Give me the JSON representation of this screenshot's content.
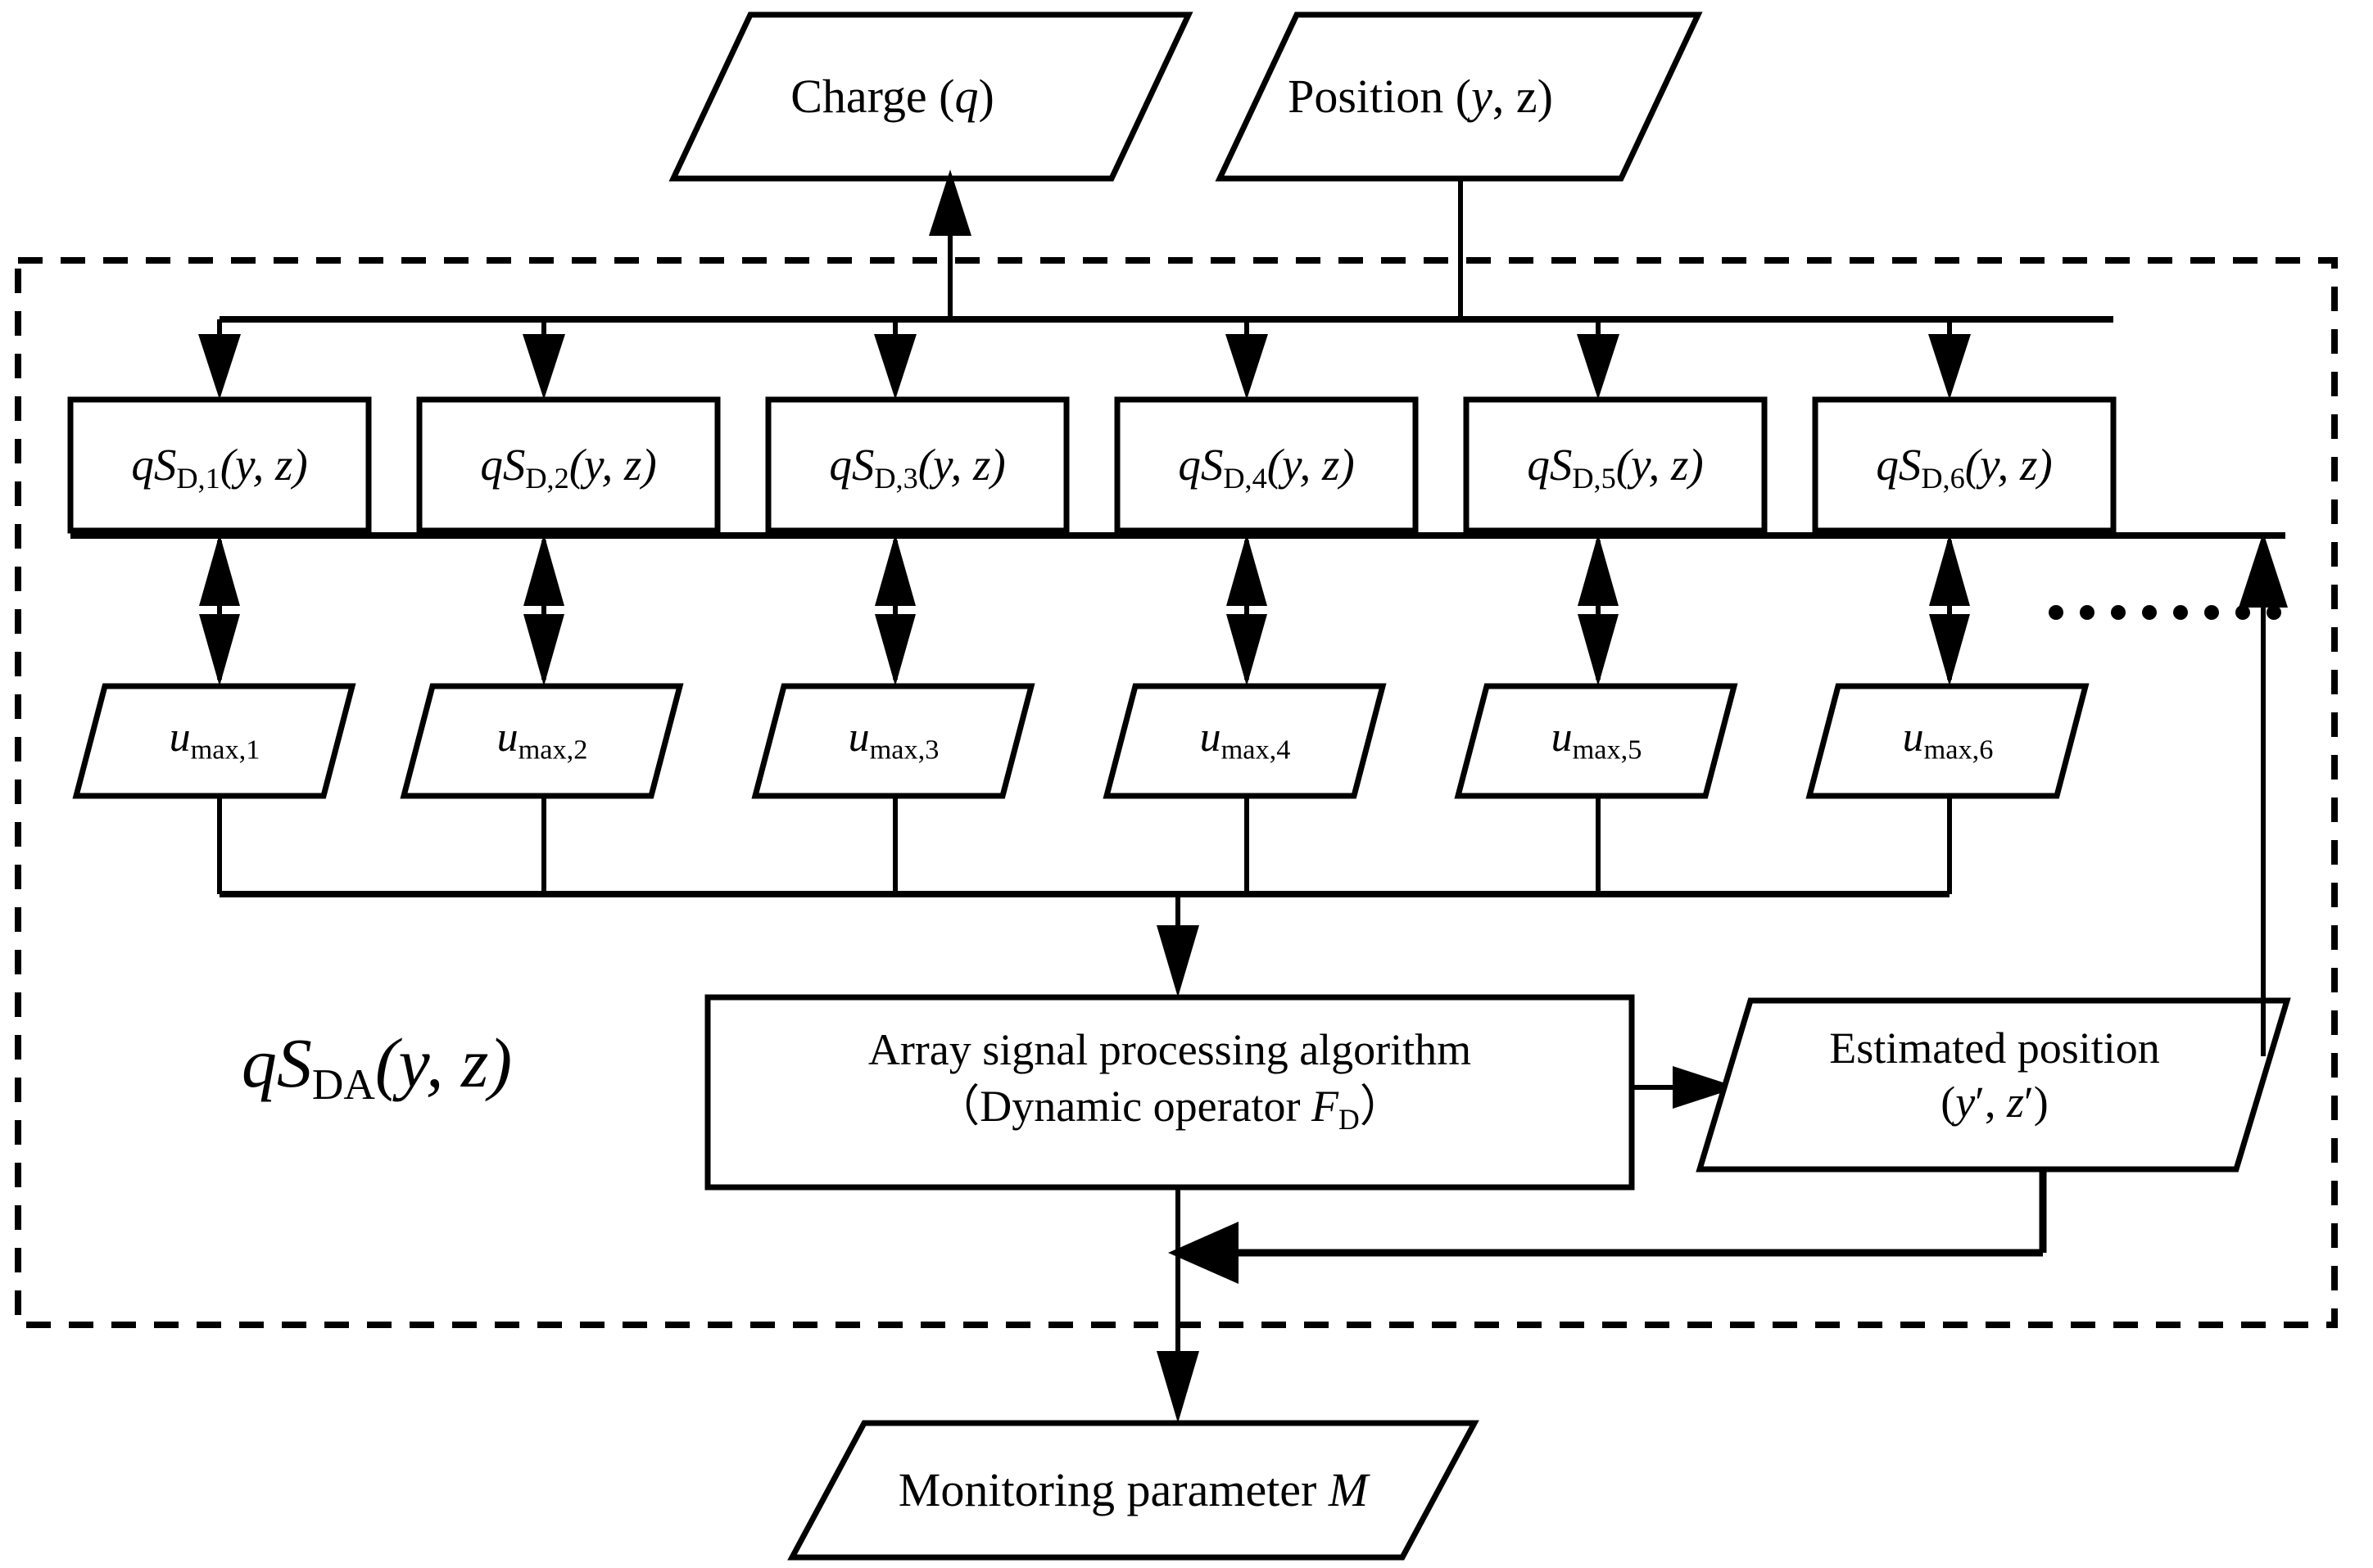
{
  "diagram": {
    "title": "Dynamic array sensing signal-processing block diagram",
    "colors": {
      "stroke": "#000000",
      "fill": "#ffffff",
      "background": "#ffffff"
    },
    "inputs": [
      {
        "id": "charge",
        "shape": "parallelogram",
        "text_main": "Charge (",
        "text_var": "q",
        "text_tail": ")"
      },
      {
        "id": "position",
        "shape": "parallelogram",
        "text_main": "Position (",
        "text_var": "y",
        "text_sep": ", ",
        "text_var2": "z",
        "text_tail": ")"
      }
    ],
    "sensor_boxes": {
      "prefix": "qS",
      "subscript_prefix": "D,",
      "args": "(y, z)",
      "items": [
        {
          "index": "1",
          "label": "qS_D,1(y, z)"
        },
        {
          "index": "2",
          "label": "qS_D,2(y, z)"
        },
        {
          "index": "3",
          "label": "qS_D,3(y, z)"
        },
        {
          "index": "4",
          "label": "qS_D,4(y, z)"
        },
        {
          "index": "5",
          "label": "qS_D,5(y, z)"
        },
        {
          "index": "6",
          "label": "qS_D,6(y, z)"
        }
      ]
    },
    "umax_nodes": {
      "var": "u",
      "subscript_prefix": "max,",
      "items": [
        {
          "index": "1",
          "label": "u_max,1"
        },
        {
          "index": "2",
          "label": "u_max,2"
        },
        {
          "index": "3",
          "label": "u_max,3"
        },
        {
          "index": "4",
          "label": "u_max,4"
        },
        {
          "index": "5",
          "label": "u_max,5"
        },
        {
          "index": "6",
          "label": "u_max,6"
        }
      ]
    },
    "ellipsis": "………",
    "group_label": {
      "prefix": "qS",
      "subscript": "DA",
      "args": "(y, z)",
      "full": "qS_DA(y, z)"
    },
    "algorithm_box": {
      "line1": "Array signal processing algorithm",
      "line2_open": "（Dynamic operator ",
      "line2_var": "F",
      "line2_sub": "D",
      "line2_close": "）",
      "line2_full": "（Dynamic operator F_D）"
    },
    "estimated_position": {
      "line1": "Estimated position",
      "line2_open": "(",
      "line2_var1": "y",
      "line2_prime1": "′",
      "line2_sep": ", ",
      "line2_var2": "z",
      "line2_prime2": "′",
      "line2_close": ")",
      "line2_full": "(y′, z′)"
    },
    "output": {
      "text": "Monitoring parameter ",
      "var": "M",
      "full": "Monitoring parameter M"
    }
  }
}
